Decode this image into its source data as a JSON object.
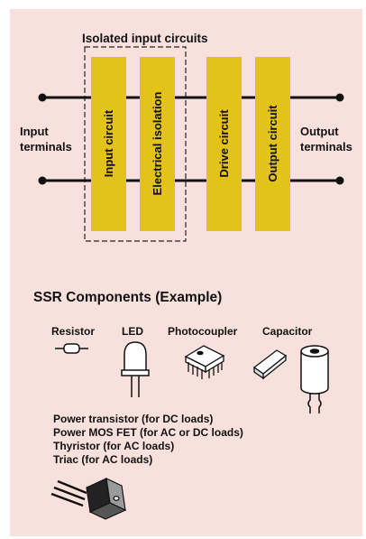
{
  "diagram": {
    "title": "Isolated input circuits",
    "input_terminals": [
      "Input",
      "terminals"
    ],
    "output_terminals": [
      "Output",
      "terminals"
    ],
    "blocks": [
      "Input circuit",
      "Electrical isolation",
      "Drive circuit",
      "Output circuit"
    ],
    "colors": {
      "block": "#e3c21a",
      "background": "#f8e1dd",
      "line": "#111111"
    }
  },
  "components": {
    "heading": "SSR Components (Example)",
    "labels": {
      "resistor": "Resistor",
      "led": "LED",
      "photocoupler": "Photocoupler",
      "capacitor": "Capacitor"
    },
    "list": [
      "Power transistor (for DC loads)",
      "Power MOS FET (for AC or DC loads)",
      "Thyristor (for AC loads)",
      "Triac (for AC loads)"
    ],
    "icons": [
      "resistor-icon",
      "led-icon",
      "photocoupler-icon",
      "capacitor-icon",
      "transistor-icon"
    ]
  }
}
